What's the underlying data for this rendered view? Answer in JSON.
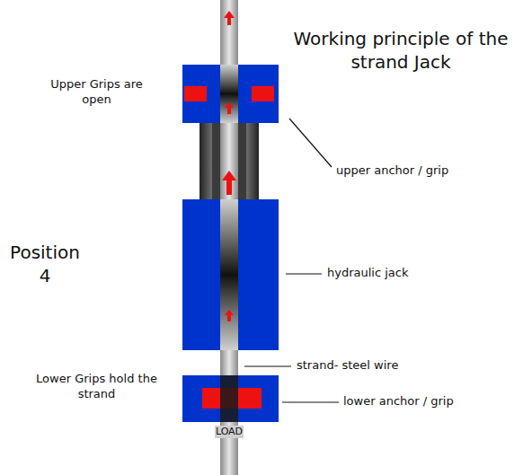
{
  "diagram": {
    "title": "Working principle of the strand Jack",
    "labels": [
      "Upper Grips are open",
      "upper anchor / grip",
      "Position 4",
      "hydraulic jack",
      "strand- steel wire",
      "Lower Grips hold the strand",
      "lower anchor / grip",
      "LOAD"
    ]
  }
}
